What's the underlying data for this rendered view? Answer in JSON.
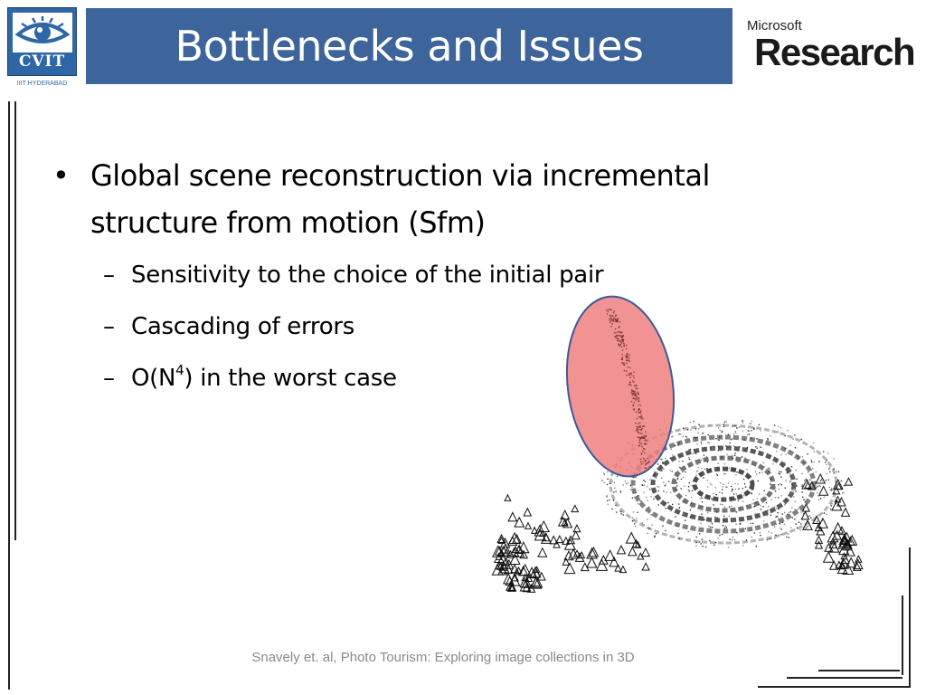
{
  "header": {
    "title": "Bottlenecks and Issues",
    "logo_left": {
      "wordmark": "CVIT",
      "caption": "IIIT HYDERABAD",
      "icon": "eye-icon"
    },
    "logo_right": {
      "brand": "Microsoft",
      "name": "Research"
    },
    "title_bar_color": "#3d649b"
  },
  "content": {
    "bullet_main": {
      "text_line1": "Global scene reconstruction via incremental",
      "text_line2": "structure from motion (Sfm)"
    },
    "sub_bullets": [
      {
        "text": "Sensitivity to the choice of the initial pair"
      },
      {
        "text": "Cascading of errors"
      },
      {
        "pre": "O(N",
        "sup": "4",
        "post": ") in the worst case"
      }
    ],
    "bullet_glyph": "•",
    "dash_glyph": "–"
  },
  "figure": {
    "description_icon": "point-cloud-reconstruction",
    "highlight_color": "#f08080"
  },
  "footer": {
    "citation": "Snavely et. al, Photo Tourism: Exploring image collections in 3D"
  }
}
